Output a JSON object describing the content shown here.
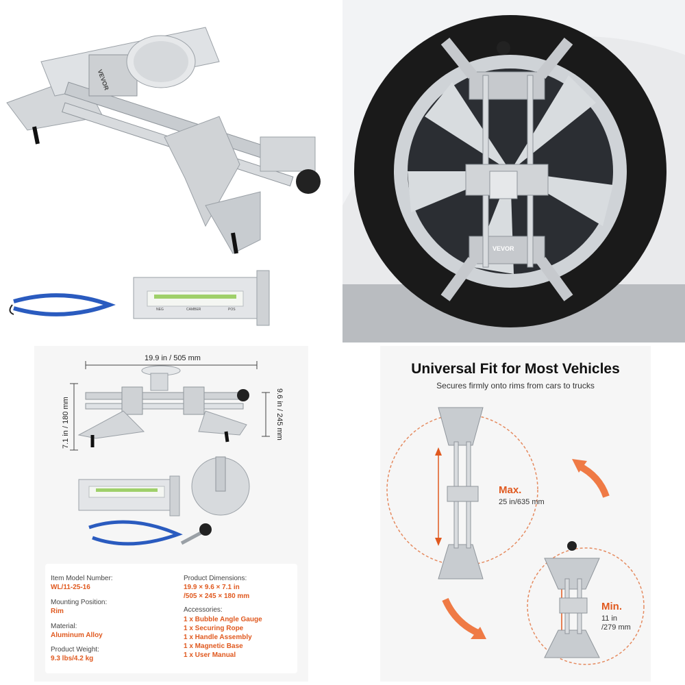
{
  "brand": "VEVOR",
  "panel1": {
    "gauge_text": {
      "scale_left": "NEG",
      "scale_center": "CAMBER",
      "scale_right": "POS"
    }
  },
  "panel2": {
    "brand_plate": "VEVOR"
  },
  "panel3": {
    "dim_width": "19.9 in / 505 mm",
    "dim_height": "7.1 in / 180 mm",
    "dim_depth": "9.6 in / 245 mm",
    "specs": {
      "model_label": "Item Model Number:",
      "model_value": "WL/11-25-16",
      "mounting_label": "Mounting Position:",
      "mounting_value": "Rim",
      "material_label": "Material:",
      "material_value": "Aluminum Alloy",
      "weight_label": "Product Weight:",
      "weight_value": "9.3 lbs/4.2 kg",
      "dimensions_label": "Product Dimensions:",
      "dimensions_value_1": "19.9 × 9.6 × 7.1 in",
      "dimensions_value_2": "/505 × 245 × 180 mm",
      "accessories_label": "Accessories:",
      "accessories": [
        "1 x Bubble Angle Gauge",
        "1 x Securing Rope",
        "1 x Handle Assembly",
        "1 x Magnetic Base",
        "1 x User Manual"
      ]
    }
  },
  "panel4": {
    "title": "Universal Fit for Most Vehicles",
    "subtitle": "Secures firmly onto rims from cars to trucks",
    "max_label": "Max.",
    "max_value_1": "25 in/635 mm",
    "min_label": "Min.",
    "min_value_1": "11 in",
    "min_value_2": "/279 mm"
  },
  "colors": {
    "accent": "#e0591f",
    "metal": "#c9ccd0",
    "rope": "#2a5bbf",
    "tire": "#1a1a1a"
  }
}
